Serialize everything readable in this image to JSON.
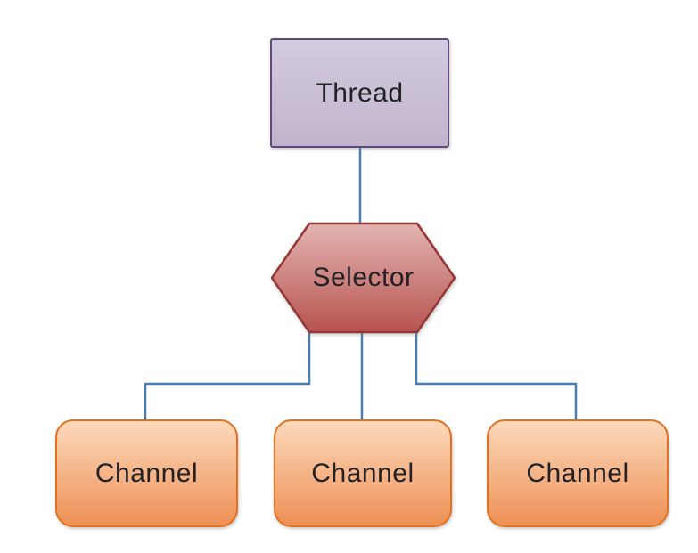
{
  "diagram": {
    "title": "Thread-Selector-Channel fan-out diagram",
    "background_color": "#ffffff",
    "connector_color": "#4a7caf",
    "text_color": "#212126",
    "thread": {
      "label": "Thread",
      "fill_top": "#d3cbdf",
      "fill_bottom": "#c1b5cd",
      "border_color": "#5f497b"
    },
    "selector": {
      "label": "Selector",
      "fill_top": "#e3b4b1",
      "fill_bottom": "#b75350",
      "border_color": "#953735"
    },
    "channel_style": {
      "fill_top": "#fcd9bc",
      "fill_bottom": "#ee9055",
      "border_color": "#e3721f"
    },
    "channels": [
      {
        "label": "Channel"
      },
      {
        "label": "Channel"
      },
      {
        "label": "Channel"
      }
    ]
  }
}
